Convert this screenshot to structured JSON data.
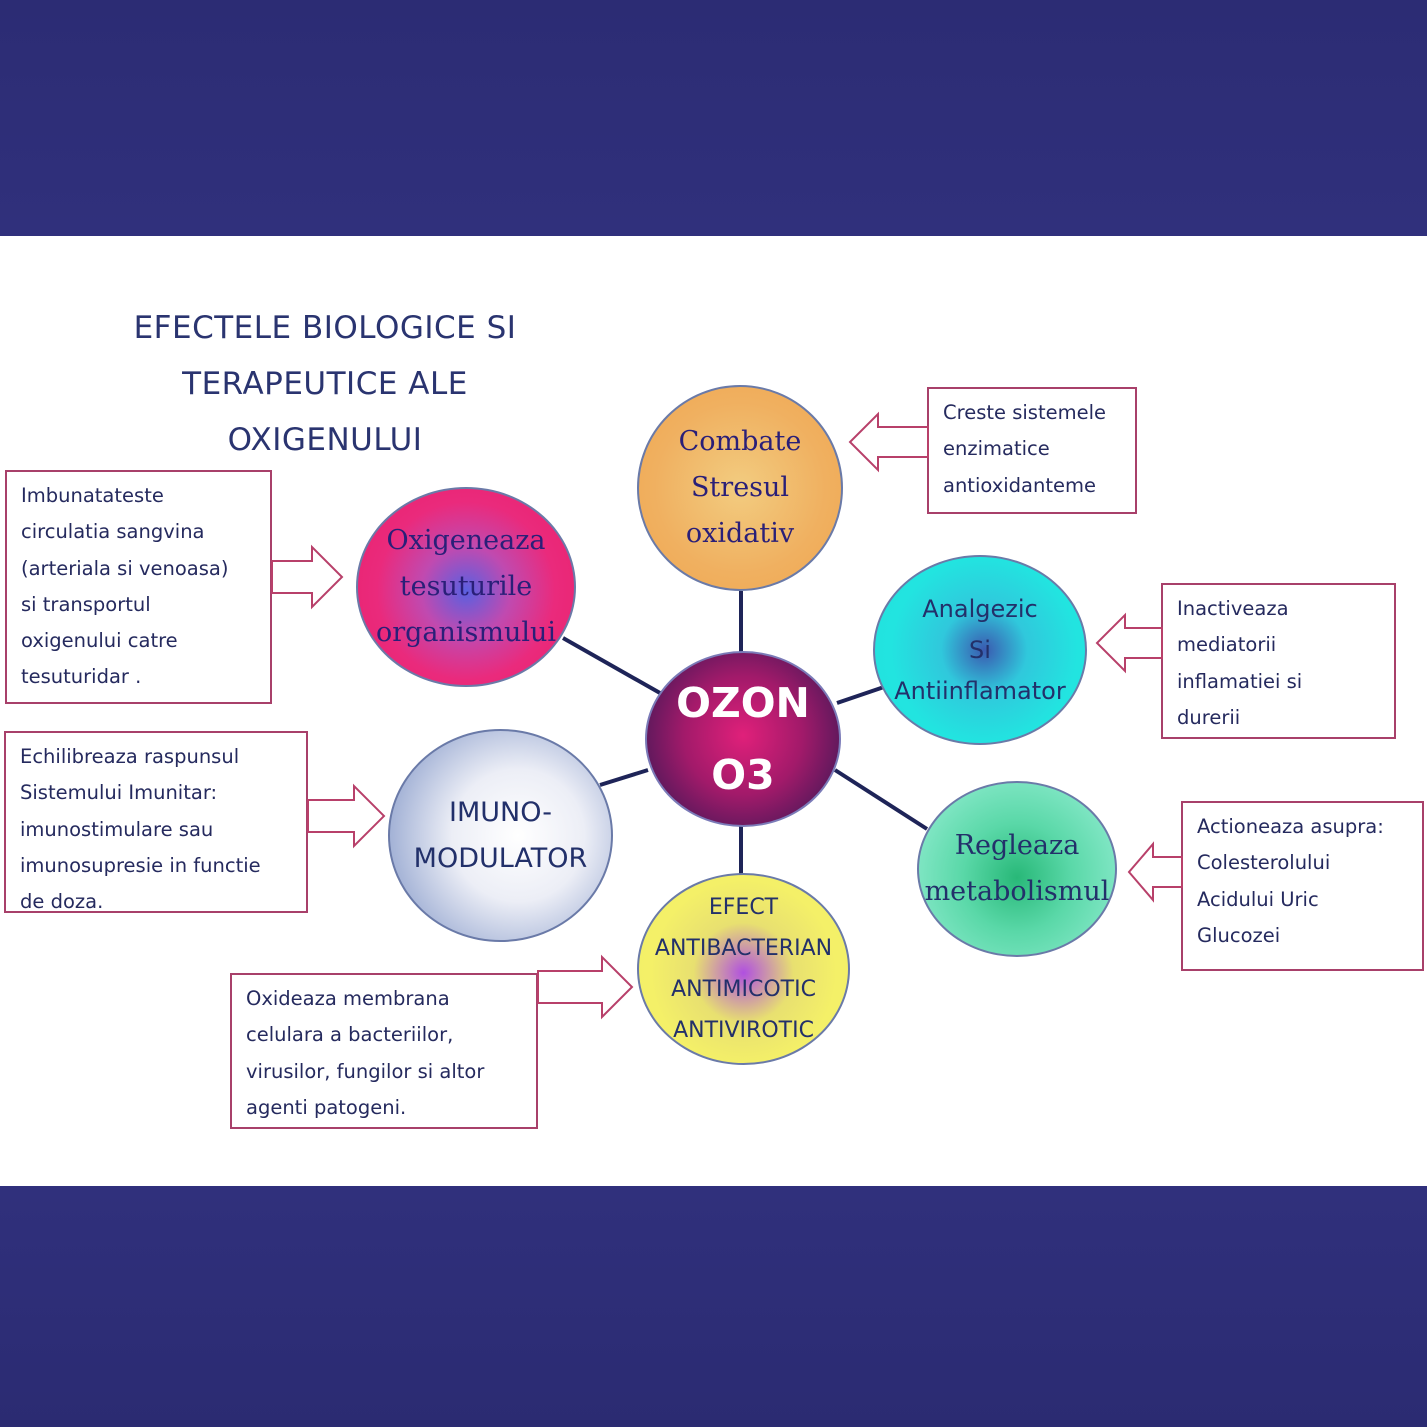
{
  "title": {
    "lines": [
      "EFECTELE BIOLOGICE SI",
      "TERAPEUTICE ALE",
      "OXIGENULUI"
    ]
  },
  "center": {
    "lines": [
      "OZON",
      "O3"
    ]
  },
  "nodes": {
    "oxigeneaza": [
      "Oxigeneaza",
      "tesuturile",
      "organismului"
    ],
    "combate": [
      "Combate",
      "Stresul",
      "oxidativ"
    ],
    "analgezic": [
      "Analgezic",
      "Si",
      "Antiinflamator"
    ],
    "imuno": [
      "IMUNO-",
      "MODULATOR"
    ],
    "regleaza": [
      "Regleaza",
      "metabolismul"
    ],
    "efect": [
      "EFECT",
      "ANTIBACTERIAN",
      "ANTIMICOTIC",
      "ANTIVIROTIC"
    ]
  },
  "boxes": {
    "circulatie": [
      "Imbunatateste",
      "circulatia sangvina",
      "(arteriala si venoasa)",
      "si transportul",
      "oxigenului  catre",
      "tesuturidar ."
    ],
    "imunitar": [
      "Echilibreaza raspunsul",
      "Sistemului Imunitar:",
      "imunostimulare sau",
      "imunosupresie in functie",
      "de doza."
    ],
    "oxideaza": [
      "Oxideaza membrana",
      "celulara a bacteriilor,",
      "virusilor, fungilor si altor",
      "agenti patogeni."
    ],
    "enzime": [
      "Creste sistemele",
      "enzimatice",
      "antioxidanteme"
    ],
    "inflamatie": [
      "Inactiveaza",
      "mediatorii",
      "inflamatiei si",
      "durerii"
    ],
    "metabolism": [
      "Actioneaza asupra:",
      "Colesterolului",
      "Acidului Uric",
      "Glucozei"
    ]
  },
  "colors": {
    "banner": "#2e2e78",
    "title_text": "#2a3470",
    "box_border": "#a8406a",
    "connector": "#1e2458"
  }
}
